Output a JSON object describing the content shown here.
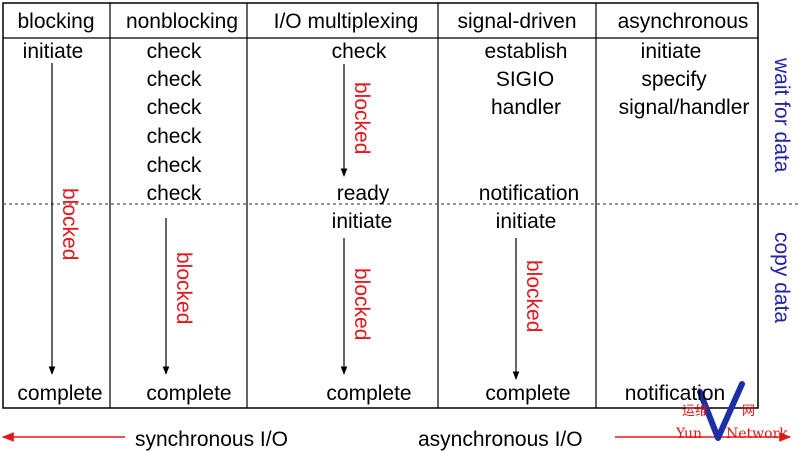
{
  "columns": [
    {
      "header": "blocking"
    },
    {
      "header": "nonblocking"
    },
    {
      "header": "I/O multiplexing"
    },
    {
      "header": "signal-driven"
    },
    {
      "header": "asynchronous"
    }
  ],
  "col_blocking": {
    "initiate": "initiate",
    "blocked": "blocked",
    "complete": "complete"
  },
  "col_nonblocking": {
    "checks": [
      "check",
      "check",
      "check",
      "check",
      "check",
      "check"
    ],
    "blocked": "blocked",
    "complete": "complete"
  },
  "col_multiplexing": {
    "check": "check",
    "blocked_top": "blocked",
    "ready": "ready",
    "initiate": "initiate",
    "blocked_bottom": "blocked",
    "complete": "complete"
  },
  "col_signal": {
    "establish": "establish",
    "sigio": "SIGIO",
    "handler": "handler",
    "notification": "notification",
    "initiate": "initiate",
    "blocked": "blocked",
    "complete": "complete"
  },
  "col_async": {
    "initiate": "initiate",
    "specify": "specify",
    "signal_handler": "signal/handler",
    "notification": "notification"
  },
  "phases": {
    "wait": "wait for data",
    "copy": "copy data"
  },
  "bottom": {
    "sync": "synchronous I/O",
    "async": "asynchronous I/O"
  },
  "watermark": {
    "cn1": "运维",
    "cn2": "网",
    "en_left": "Yun",
    "en_right": "Network"
  },
  "colors": {
    "red": "#e8161b",
    "blue": "#2323a8",
    "black": "#000000"
  }
}
